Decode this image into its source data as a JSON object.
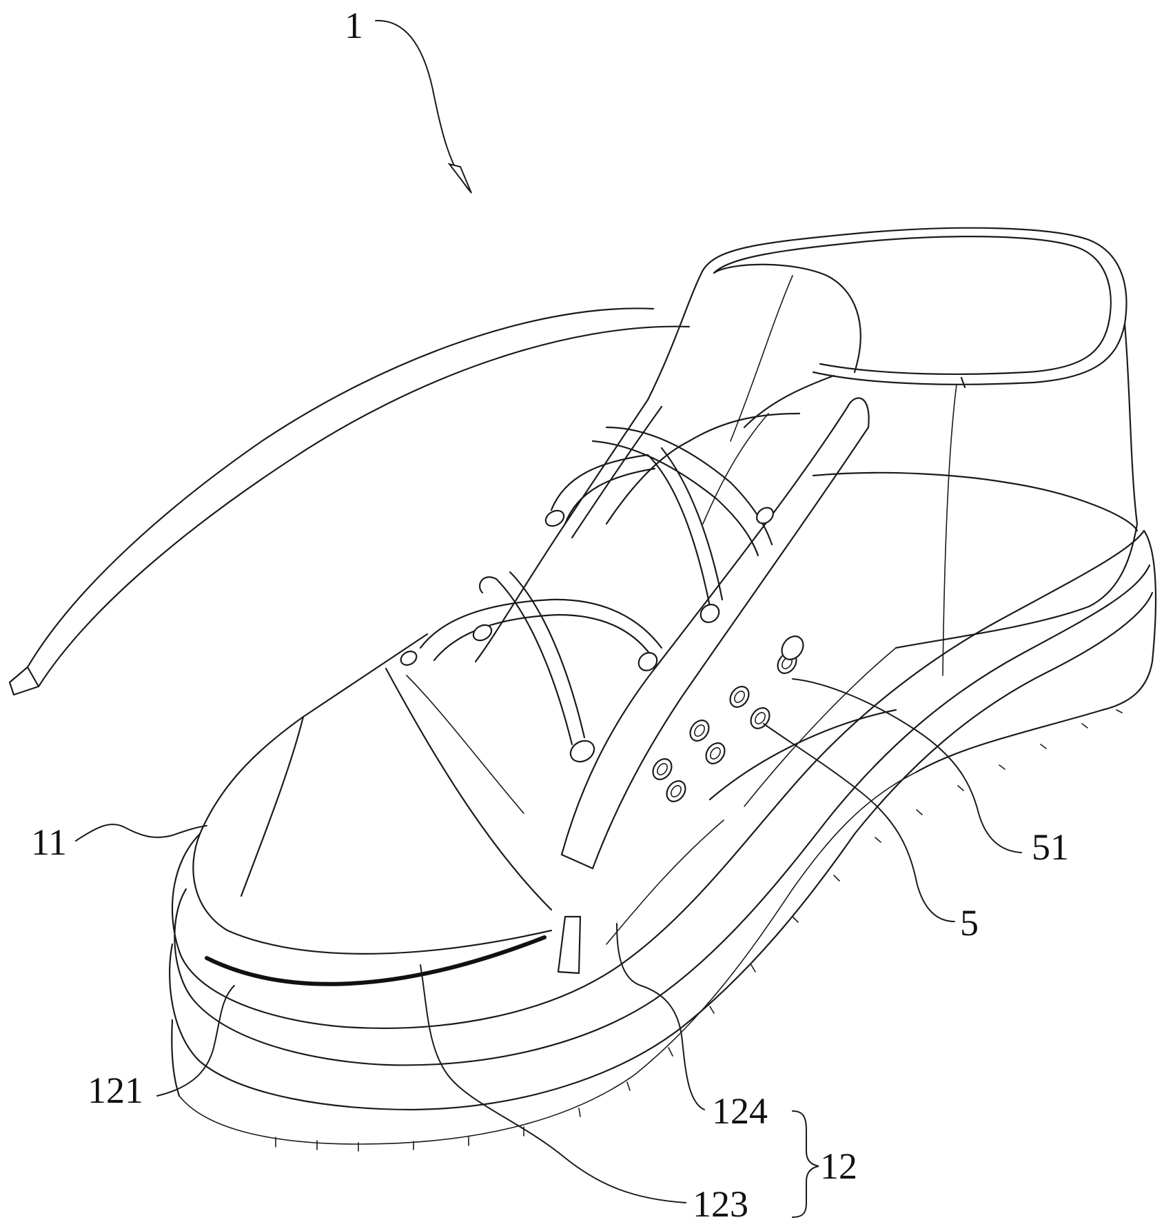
{
  "figure": {
    "labels": {
      "assembly": "1",
      "upper_front": "11",
      "sole_group": "12",
      "toe_strip": "121",
      "side_panel": "123",
      "eyelet_strip": "124",
      "air_holes": "5",
      "hole_element": "51"
    }
  },
  "colors": {
    "line": "#1a1a1a",
    "background": "#ffffff"
  }
}
